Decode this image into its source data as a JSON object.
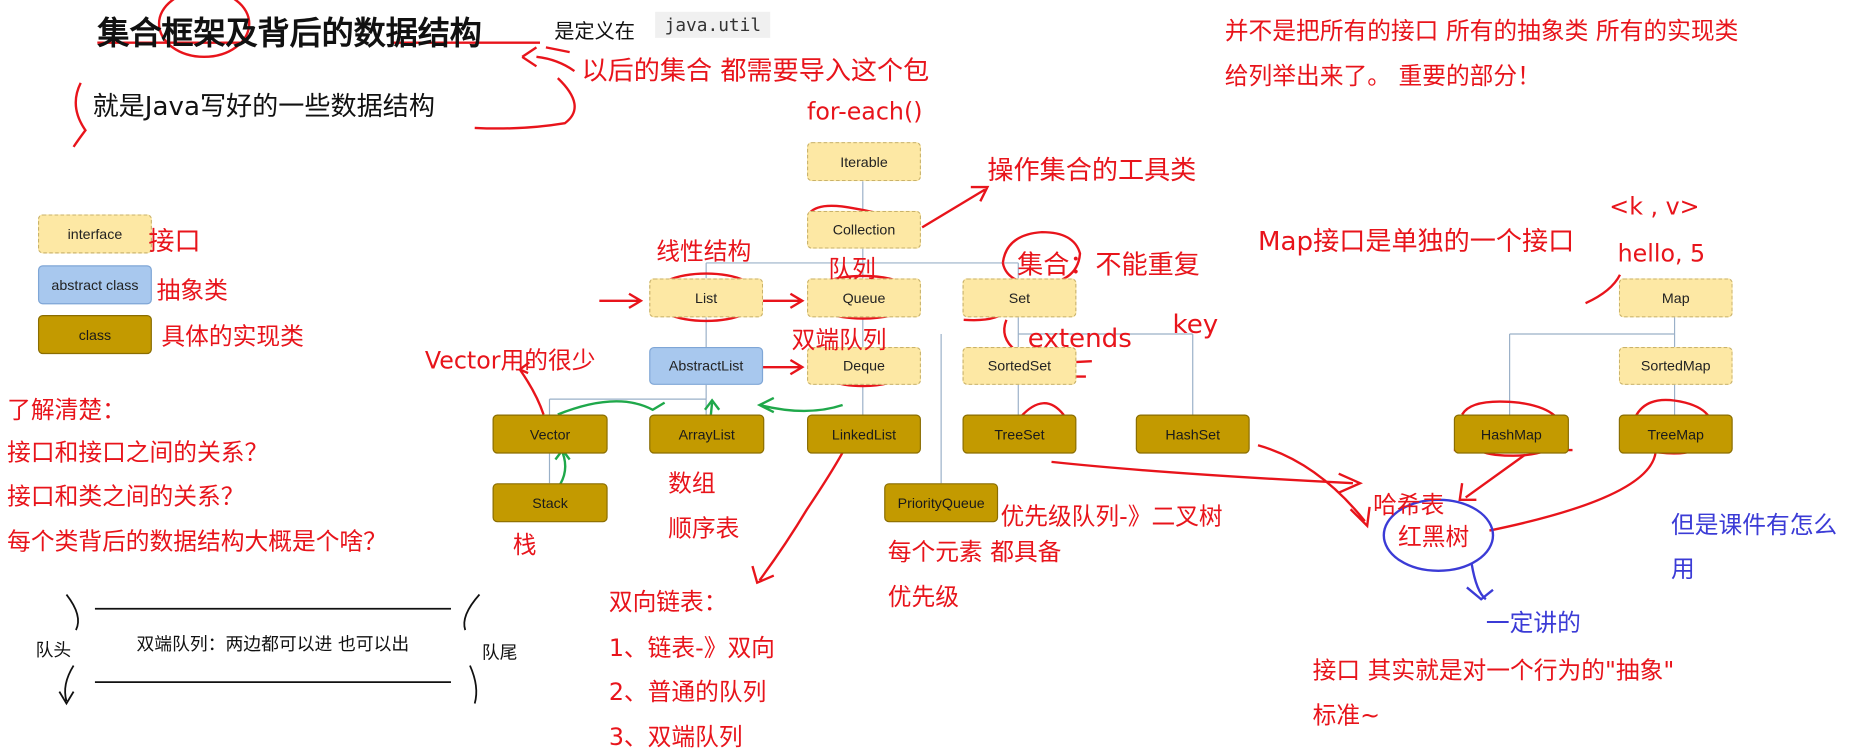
{
  "title": {
    "main": "集合框架及背后的数据结构",
    "defined_in": "是定义在",
    "package": "java.util",
    "subtitle": "就是Java写好的一些数据结构"
  },
  "annotations": {
    "import_note": "以后的集合  都需要导入这个包",
    "top_right_line1": "并不是把所有的接口 所有的抽象类 所有的实现类",
    "top_right_line2": "给列举出来了。  重要的部分！",
    "for_each": "for-each()",
    "tool_class": "操作集合的工具类",
    "linear": "线性结构",
    "queue": "队列",
    "deque": "双端队列",
    "set_note": "集合：不能重复",
    "extends": "extends",
    "key": "key",
    "map_note": "Map接口是单独的一个接口",
    "kv": "<k , v>",
    "hello5": "hello,  5",
    "vector_note": "Vector用的很少",
    "understand": "了解清楚：",
    "q1": "接口和接口之间的关系？",
    "q2": "接口和类之间的关系？",
    "q3": "每个类背后的数据结构大概是个啥？",
    "stack": "栈",
    "array": "数组",
    "seqlist": "顺序表",
    "pq_note": "优先级队列-》二叉树",
    "pq_each": "每个元素 都具备",
    "pq_priority": "优先级",
    "hash_table": "哈希表",
    "rbtree": "红黑树",
    "but_course": "但是课件有怎么",
    "use": "用",
    "will_teach": "一定讲的",
    "iface_def1": "接口 其实就是对一个行为的\"抽象\"",
    "iface_def2": "标准~",
    "linked1": "双向链表：",
    "linked2": "1、链表-》双向",
    "linked3": "2、普通的队列",
    "linked4": "3、双端队列"
  },
  "legend": {
    "interface": "interface",
    "interface_cn": "接口",
    "abstract": "abstract class",
    "abstract_cn": "抽象类",
    "class": "class",
    "class_cn": "具体的实现类"
  },
  "deque_sketch": {
    "head": "队头",
    "tail": "队尾",
    "text": "双端队列：两边都可以进 也可以出"
  },
  "nodes": {
    "iterable": "Iterable",
    "collection": "Collection",
    "list": "List",
    "queue": "Queue",
    "set": "Set",
    "deque": "Deque",
    "abstractlist": "AbstractList",
    "sortedset": "SortedSet",
    "vector": "Vector",
    "arraylist": "ArrayList",
    "linkedlist": "LinkedList",
    "treeset": "TreeSet",
    "hashset": "HashSet",
    "stack": "Stack",
    "priorityqueue": "PriorityQueue",
    "map": "Map",
    "sortedmap": "SortedMap",
    "hashmap": "HashMap",
    "treemap": "TreeMap"
  },
  "colors": {
    "ink_red": "#e8141b",
    "ink_blue": "#3b3bd6",
    "ink_green": "#1fa84a",
    "interface_fill": "#fde8a4",
    "abstract_fill": "#a8c8ee",
    "class_fill": "#c39a00"
  }
}
